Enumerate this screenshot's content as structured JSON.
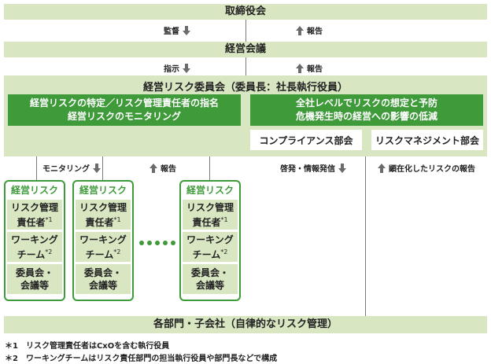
{
  "board": "取締役会",
  "mgmt_meeting": "経営会議",
  "committee": "経営リスク委員会（委員長：社長執行役員）",
  "task_left": [
    "経営リスクの特定／リスク管理責任者の指名",
    "経営リスクのモニタリング"
  ],
  "task_right": [
    "全社レベルでリスクの想定と予防",
    "危機発生時の経営への影響の低減"
  ],
  "compliance": "コンプライアンス部会",
  "riskmgmt": "リスクマネジメント部会",
  "arrows": {
    "supervise": "監督",
    "report": "報告",
    "instruct": "指示",
    "monitoring": "モニタリング",
    "awareness": "啓発・情報発信",
    "risk_report": "顕在化したリスクの報告"
  },
  "card": {
    "title": "経営リスク",
    "officer_l1": "リスク管理",
    "officer_l2": "責任者",
    "officer_mark": "*1",
    "team_l1": "ワーキング",
    "team_l2": "チーム",
    "team_mark": "*2",
    "meeting_l1": "委員会・",
    "meeting_l2": "会議等"
  },
  "bottom": "各部門・子会社（自律的なリスク管理）",
  "notes": [
    "＊1　リスク管理責任者はCxOを含む執行役員",
    "＊2　ワーキングチームはリスク責任部門の担当執行役員や部門長などで構成"
  ],
  "colors": {
    "green": "#3f9a3a",
    "light_green": "#d8e6c2",
    "arrow_gray": "#6b6b6b"
  }
}
